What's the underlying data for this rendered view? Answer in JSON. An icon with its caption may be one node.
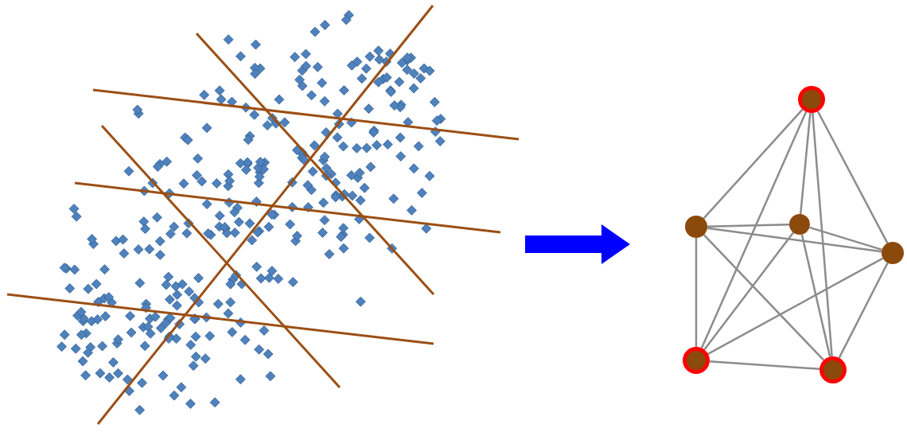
{
  "diagram": {
    "nodes": [
      {
        "text": [],
        "shape": "picture"
      },
      {
        "text": [],
        "shape": "circle"
      },
      {
        "text": [],
        "shape": "circle"
      },
      {
        "text": [],
        "shape": "circle"
      },
      {
        "text": [],
        "shape": "circle"
      },
      {
        "text": [],
        "shape": "circle"
      },
      {
        "text": [],
        "shape": "circle"
      }
    ],
    "edges": [
      {
        "from": 0,
        "to": null,
        "arrow": "to",
        "style": "thick",
        "color": "#0000ff"
      },
      {
        "from": 1,
        "to": 2,
        "arrow": "none"
      },
      {
        "from": 1,
        "to": 3,
        "arrow": "none"
      },
      {
        "from": 1,
        "to": 4,
        "arrow": "none"
      },
      {
        "from": 1,
        "to": 5,
        "arrow": "none"
      },
      {
        "from": 1,
        "to": 6,
        "arrow": "none"
      },
      {
        "from": 2,
        "to": 3,
        "arrow": "none"
      },
      {
        "from": 2,
        "to": 4,
        "arrow": "none"
      },
      {
        "from": 2,
        "to": 5,
        "arrow": "none"
      },
      {
        "from": 2,
        "to": 6,
        "arrow": "none"
      },
      {
        "from": 3,
        "to": 4,
        "arrow": "none"
      },
      {
        "from": 3,
        "to": 5,
        "arrow": "none"
      },
      {
        "from": 3,
        "to": 6,
        "arrow": "none"
      },
      {
        "from": 4,
        "to": 5,
        "arrow": "none"
      },
      {
        "from": 4,
        "to": 6,
        "arrow": "none"
      },
      {
        "from": 5,
        "to": 6,
        "arrow": "none"
      }
    ]
  }
}
